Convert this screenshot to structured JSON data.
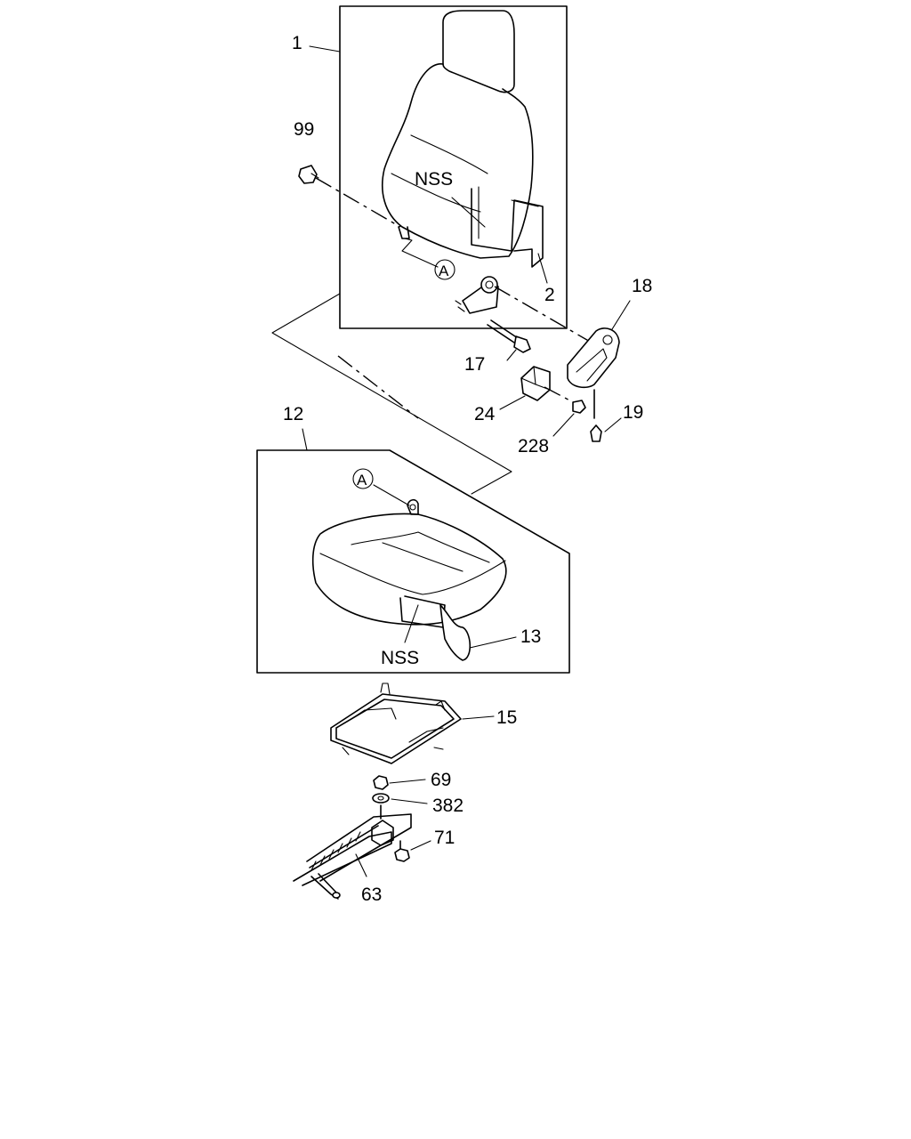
{
  "callouts": {
    "c1": "1",
    "c99": "99",
    "nss_back": "NSS",
    "a_back": "A",
    "c2": "2",
    "c18": "18",
    "c17": "17",
    "c24": "24",
    "c228": "228",
    "c19": "19",
    "c12": "12",
    "a_cushion": "A",
    "c13": "13",
    "nss_cushion": "NSS",
    "c15": "15",
    "c69": "69",
    "c382": "382",
    "c71": "71",
    "c63": "63"
  }
}
